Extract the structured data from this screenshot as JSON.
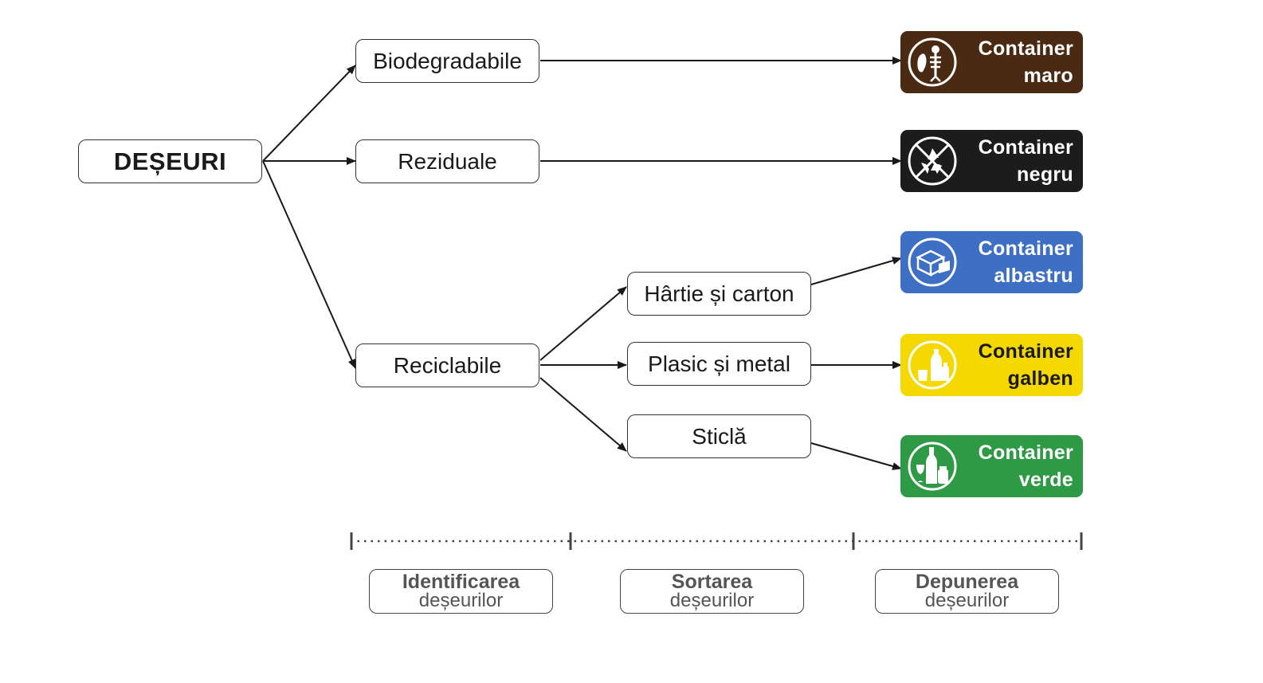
{
  "root": {
    "label": "DEȘEURI"
  },
  "categories": [
    {
      "label": "Biodegradabile"
    },
    {
      "label": "Reziduale"
    },
    {
      "label": "Reciclabile"
    }
  ],
  "subcategories": [
    {
      "label": "Hârtie și carton"
    },
    {
      "label": "Plasic și metal"
    },
    {
      "label": "Sticlă"
    }
  ],
  "containers": [
    {
      "line1": "Container",
      "line2": "maro",
      "color": "#4a2a12",
      "text_color": "#ffffff",
      "icon": "biodegradable-icon"
    },
    {
      "line1": "Container",
      "line2": "negru",
      "color": "#1c1c1c",
      "text_color": "#ffffff",
      "icon": "no-recycle-icon"
    },
    {
      "line1": "Container",
      "line2": "albastru",
      "color": "#3d6fc4",
      "text_color": "#ffffff",
      "icon": "paper-boxes-icon"
    },
    {
      "line1": "Container",
      "line2": "galben",
      "color": "#f5d800",
      "text_color": "#1a1a1a",
      "icon": "plastic-bottles-icon"
    },
    {
      "line1": "Container",
      "line2": "verde",
      "color": "#2f9a45",
      "text_color": "#ffffff",
      "icon": "glass-bottles-icon"
    }
  ],
  "stages": [
    {
      "title": "Identificarea",
      "subtitle": "deșeurilor"
    },
    {
      "title": "Sortarea",
      "subtitle": "deșeurilor"
    },
    {
      "title": "Depunerea",
      "subtitle": "deșeurilor"
    }
  ]
}
